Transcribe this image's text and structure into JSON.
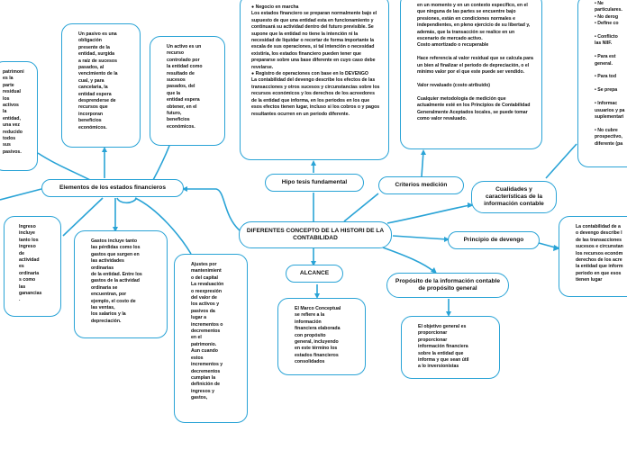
{
  "center": "DIFERENTES CONCEPTO DE LA HISTORI DE LA CONTABILIDAD",
  "branches": {
    "elementos": "Elementos de los estados financieros",
    "hipotesis": "Hipo tesis fundamental",
    "criterios": "Criterios medición",
    "cualidades": "Cualidades y características de la información contable",
    "devengo": "Principio de devengo",
    "alcance": "ALCANCE",
    "proposito": "Propósito de la información contable de propósito general"
  },
  "notes": {
    "patrimonio_partial": "patrimoni\nes la\nparte\nresidual\nlos\nactivos\nla\nentidad,\nuna vez\nreducido\ntodos\nsus\npasivos.",
    "pasivo": "Un pasivo es una\nobligación\npresente de la\nentidad, surgida\na raíz de sucesos\npasados, al\nvencimiento de la\ncual, y para\ncancelaria, la\nentidad espera\ndesprenderse de\nrecursos que\nincorporan\nbeneficios\neconómicos.",
    "activo": "Un activo es un\nrecurso\ncontrolado por\nla entidad como\nresultado de\nsucesos\npasados, del\nque la\nentidad espera\nobtener, en el\nfuturo,\nbeneficios\neconómicos.",
    "hipotesis_detail": "●          Negocio en marcha\nLos estados financiero se preparan normalmente bajo el supuesto de que una entidad esta en funcionamiento y continuará su actividad dentro del futuro previsible. Se supone que la entidad no tiene la intención ni la necesidad de liquidar o recortar de forma importante la escala de sus operaciones, si tal intención o necesidad existiría, los estados financiero pueden tener que prepararse sobre una base diferente en cuyo caso debe revelarse.\n●     Registro de operaciones con base en lo DEVENGO\nLa contabilidad del devengo describe los efectos de las transacciones y otros sucesos y circunstancias sobre los recursos económicos y los derechos de los acreedores de la entidad que informa, en los periodos en los que esos efectos tienen lugar, incluso si los cobros o y pagos resultantes ocurren en un periodo diferente.",
    "criterios_detail": "en un momento y en un contexto específico, en el que ninguna de las partes se encuentre bajo presiones, están en condiciones normales e independientes, en pleno ejercicio de su libertad y, además, que la transacción se realice en un escenario de mercado activo.\nCosto amortizado o recuperable\n\nHace referencia al valor residual que se calcula para un bien al finalizar el periodo de depreciación, o el mínimo valor por el que este puede ser vendido.\n\nValor revaluado (costo atribuido)\n\nCualquier metodología de medición que actualmente esté en los Principios de Contabilidad Generalmente Aceptados locales, se puede tomar como valor revaluado.",
    "cualidades_partial": "•          Ne\nparticulares.\n•       No derog\n•       Define co\n\n•       Conflicto\nlas NIIF.\n\n•       Para est\ngeneral.\n\n•       Para tod\n\n•       Se prepa\n\n•       Informac\nusuarios y pa\nsuplementari\n\n•       No cubre\nprospectivo,\ndiferente (pa",
    "ingresos": "Ingreso\nincluye\ntanto los\ningreso\nde\nactividad\nes\nordinaria\ns como\nlas\nganancias\n.",
    "gastos": "Gastos incluye tanto\nlas pérdidas como los\ngastos que surgen en\nlas actividades\nordinarias\nde la entidad. Entre los\ngastos de la actividad\nordinaria se\nencuentran, por\nejemplo, el costo de\nlas ventas,\nlos salarios y la\ndepreciación.",
    "ajustes": "Ajustes por\nmantenimient\no del capital\nLa revaluación\no reexpresión\ndel valor de\nlos activos y\npasivos da\nlugar a\nincrementos o\ndecrementos\nen el\npatrimonio.\nAun cuando\nestos\nincrementos y\ndecrementos\ncumplan la\ndefinición de\ningresos y\ngastos,",
    "alcance_detail": "El Marco Conceptual\nse refiere a la\ninformación\nfinanciera elaborada\ncon propósito\ngeneral, incluyendo\nen este término los\nestados financieros\nconsolidados",
    "proposito_detail": "El objetivo general es\nproporcionar\nproporcionar\ninformación financiera\nsobre la entidad que\ninforma y que sean útil\na lo inversionistas",
    "devengo_detail": "La contabilidad de a\no devengo describe l\nde las transacciones\nsucesos e circunstan\nlos recursos económ\nderechos de los acre\nla entidad que inform\nperiodo en que esos\ntienen lugar"
  },
  "colors": {
    "line": "#29a3d6",
    "text": "#111111",
    "background": "#ffffff"
  }
}
